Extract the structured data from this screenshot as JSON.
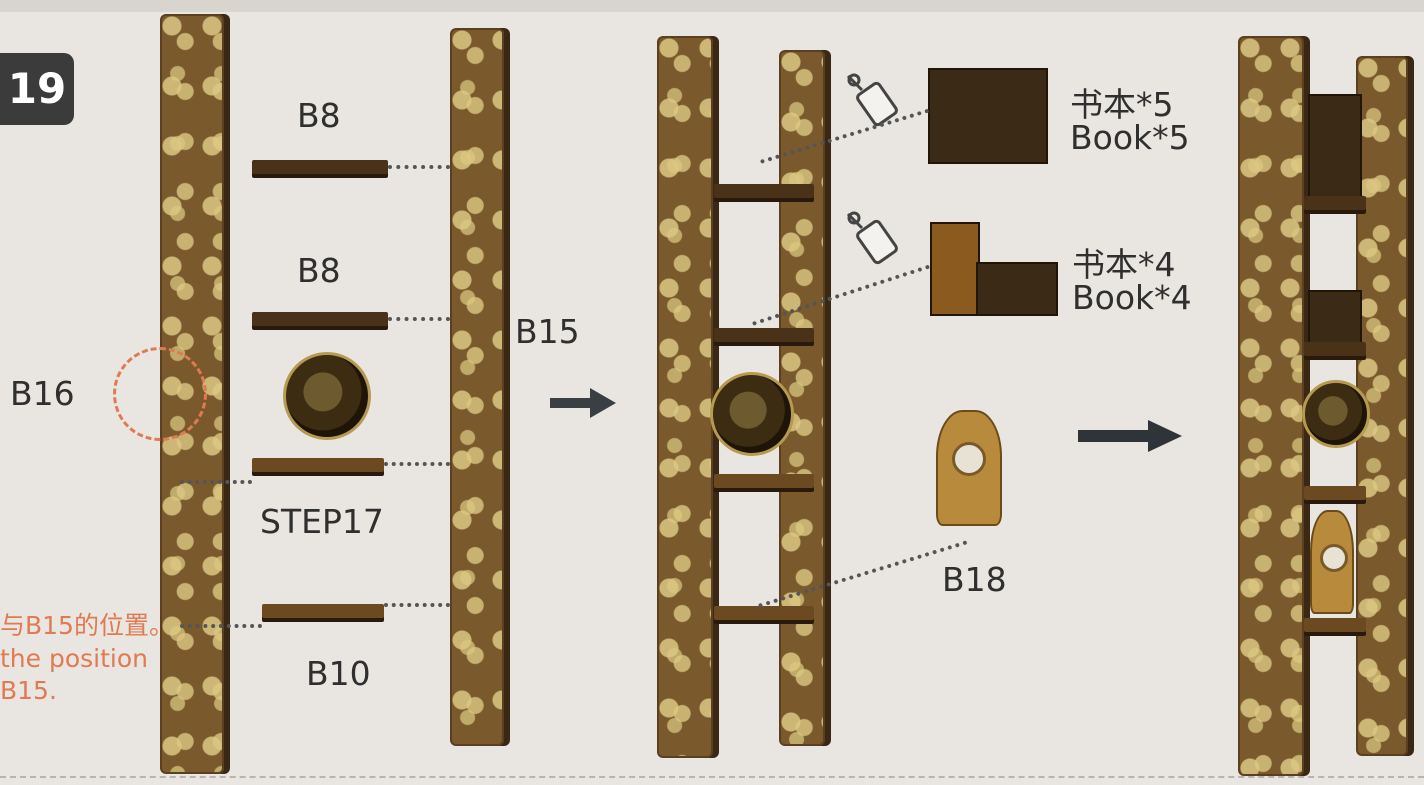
{
  "step": {
    "number": "19"
  },
  "labels": {
    "b8_top": "B8",
    "b8_middle": "B8",
    "b15": "B15",
    "b16": "B16",
    "step17": "STEP17",
    "b10": "B10",
    "b18": "B18"
  },
  "books": {
    "five_cn": "书本*5",
    "five_en": "Book*5",
    "four_cn": "书本*4",
    "four_en": "Book*4"
  },
  "note": {
    "line1": "与B15的位置。",
    "line2": "the position",
    "line3": "B15."
  },
  "colors": {
    "badge": "#3b3b3b",
    "note": "#e07a53",
    "wood": "#7a5a2c",
    "ornament": "#d8c283"
  },
  "icons": [
    "glue-bottle-icon",
    "arrow-right-icon"
  ]
}
